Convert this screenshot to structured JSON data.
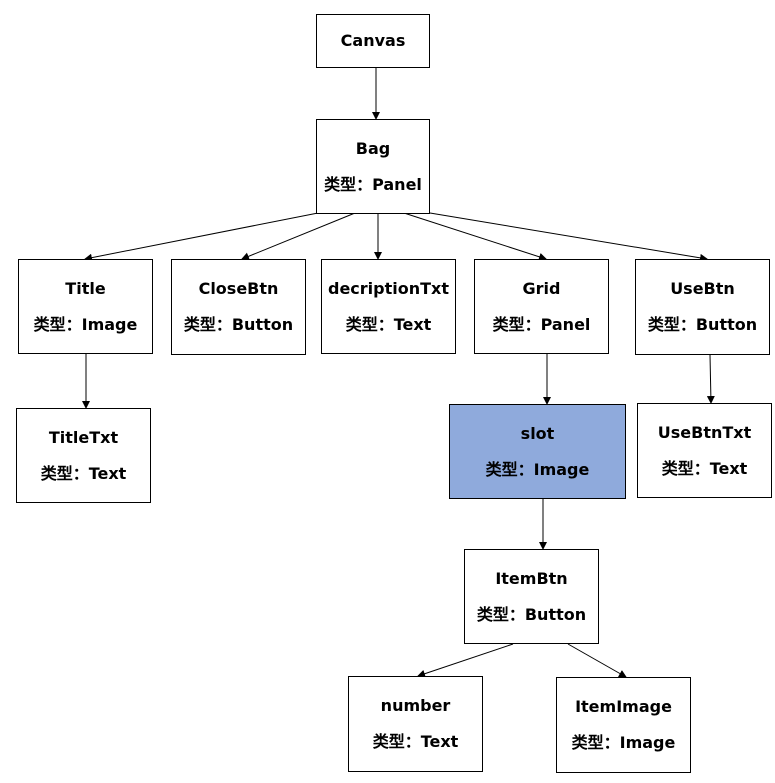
{
  "colors": {
    "highlight_fill": "#8faadc",
    "node_fill": "#ffffff",
    "stroke": "#000000"
  },
  "type_prefix": "类型：",
  "nodes": {
    "canvas": {
      "name": "Canvas"
    },
    "bag": {
      "name": "Bag",
      "type": "类型：Panel"
    },
    "title": {
      "name": "Title",
      "type": "类型：Image"
    },
    "closebtn": {
      "name": "CloseBtn",
      "type": "类型：Button"
    },
    "decriptiontxt": {
      "name": "decriptionTxt",
      "type": "类型：Text"
    },
    "grid": {
      "name": "Grid",
      "type": "类型：Panel"
    },
    "usebtn": {
      "name": "UseBtn",
      "type": "类型：Button"
    },
    "titletxt": {
      "name": "TitleTxt",
      "type": "类型：Text"
    },
    "slot": {
      "name": "slot",
      "type": "类型：Image",
      "highlighted": true
    },
    "usebtntxt": {
      "name": "UseBtnTxt",
      "type": "类型：Text"
    },
    "itembtn": {
      "name": "ItemBtn",
      "type": "类型：Button"
    },
    "number": {
      "name": "number",
      "type": "类型：Text"
    },
    "itemimage": {
      "name": "ItemImage",
      "type": "类型：Image"
    }
  },
  "edges": [
    {
      "from": "canvas",
      "to": "bag"
    },
    {
      "from": "bag",
      "to": "title"
    },
    {
      "from": "bag",
      "to": "closebtn"
    },
    {
      "from": "bag",
      "to": "decriptiontxt"
    },
    {
      "from": "bag",
      "to": "grid"
    },
    {
      "from": "bag",
      "to": "usebtn"
    },
    {
      "from": "title",
      "to": "titletxt"
    },
    {
      "from": "grid",
      "to": "slot"
    },
    {
      "from": "usebtn",
      "to": "usebtntxt"
    },
    {
      "from": "slot",
      "to": "itembtn"
    },
    {
      "from": "itembtn",
      "to": "number"
    },
    {
      "from": "itembtn",
      "to": "itemimage"
    }
  ]
}
